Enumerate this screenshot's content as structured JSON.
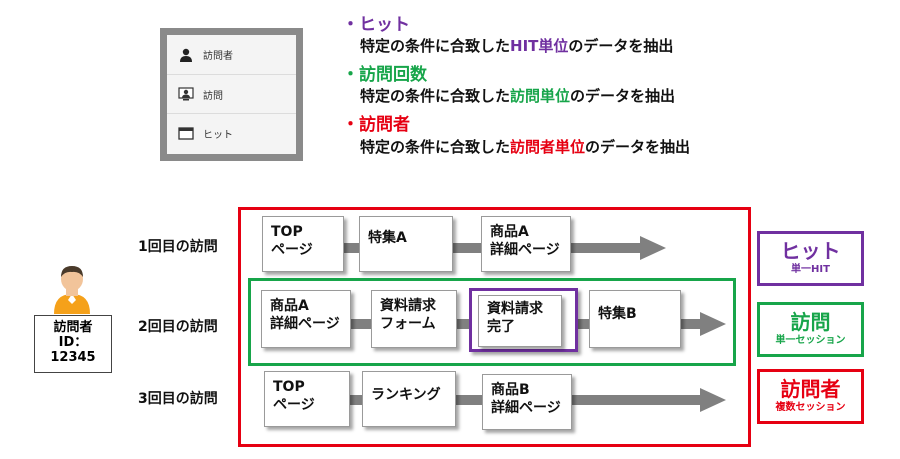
{
  "menu": {
    "items": [
      {
        "label": "訪問者",
        "icon": "person-icon"
      },
      {
        "label": "訪問",
        "icon": "visit-icon"
      },
      {
        "label": "ヒット",
        "icon": "window-icon"
      }
    ]
  },
  "definitions": [
    {
      "title": "・ヒット",
      "prefix": "特定の条件に合致した",
      "highlight": "HIT単位",
      "suffix": "のデータを抽出",
      "color": "#7030a0"
    },
    {
      "title": "・訪問回数",
      "prefix": "特定の条件に合致した",
      "highlight": "訪問単位",
      "suffix": "のデータを抽出",
      "color": "#17a54a"
    },
    {
      "title": "・訪問者",
      "prefix": "特定の条件に合致した",
      "highlight": "訪問者単位",
      "suffix": "のデータを抽出",
      "color": "#e60012"
    }
  ],
  "visitor": {
    "line1": "訪問者",
    "line2": "ID：",
    "line3": "12345"
  },
  "visits": [
    {
      "label": "1回目の訪問",
      "steps": [
        [
          "TOP",
          "ページ"
        ],
        [
          "特集A"
        ],
        [
          "商品A",
          "詳細ページ"
        ]
      ]
    },
    {
      "label": "2回目の訪問",
      "steps": [
        [
          "商品A",
          "詳細ページ"
        ],
        [
          "資料請求",
          "フォーム"
        ],
        [
          "資料請求",
          "完了"
        ],
        [
          "特集B"
        ]
      ]
    },
    {
      "label": "3回目の訪問",
      "steps": [
        [
          "TOP",
          "ページ"
        ],
        [
          "ランキング"
        ],
        [
          "商品B",
          "詳細ページ"
        ]
      ]
    }
  ],
  "legend": [
    {
      "big": "ヒット",
      "small": "単一HIT",
      "color": "#7030a0"
    },
    {
      "big": "訪問",
      "small": "単一セッション",
      "color": "#17a54a"
    },
    {
      "big": "訪問者",
      "small": "複数セッション",
      "color": "#e60012"
    }
  ],
  "colors": {
    "hit": "#7030a0",
    "visit": "#17a54a",
    "visitor": "#e60012",
    "arrow": "#808080"
  }
}
